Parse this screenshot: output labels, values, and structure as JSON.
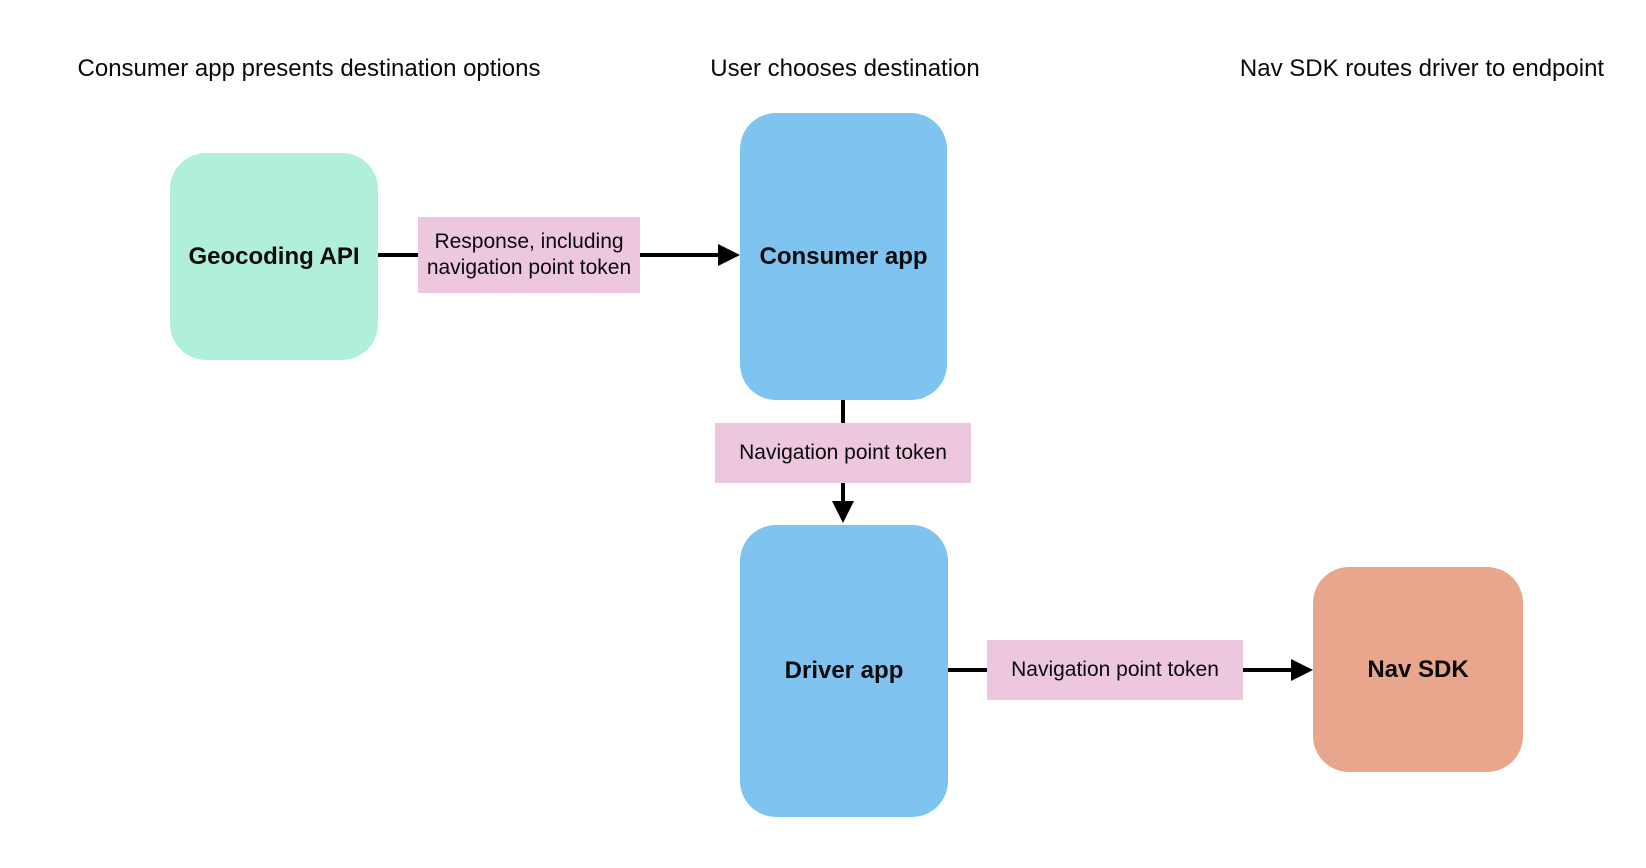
{
  "diagram": {
    "background": "#ffffff",
    "text_color": "#0a0a0a",
    "arrow_color": "#000000",
    "headers": [
      "Consumer app presents destination options",
      "User chooses destination",
      "Nav SDK routes driver to endpoint"
    ],
    "nodes": {
      "geocoding_api": {
        "label": "Geocoding API",
        "fill": "#b0f0d8"
      },
      "consumer_app": {
        "label": "Consumer app",
        "fill": "#7fc3f0"
      },
      "driver_app": {
        "label": "Driver app",
        "fill": "#7fc3f0"
      },
      "nav_sdk": {
        "label": "Nav SDK",
        "fill": "#e8a78d"
      }
    },
    "edge_labels": {
      "response": {
        "label": "Response, including navigation point token",
        "fill": "#ecc7dd"
      },
      "token_vertical": {
        "label": "Navigation point token",
        "fill": "#ecc7dd"
      },
      "token_horizontal": {
        "label": "Navigation point token",
        "fill": "#ecc7dd"
      }
    },
    "edges": [
      {
        "from": "geocoding_api",
        "to": "consumer_app",
        "label": "Response, including navigation point token"
      },
      {
        "from": "consumer_app",
        "to": "driver_app",
        "label": "Navigation point token"
      },
      {
        "from": "driver_app",
        "to": "nav_sdk",
        "label": "Navigation point token"
      }
    ]
  }
}
